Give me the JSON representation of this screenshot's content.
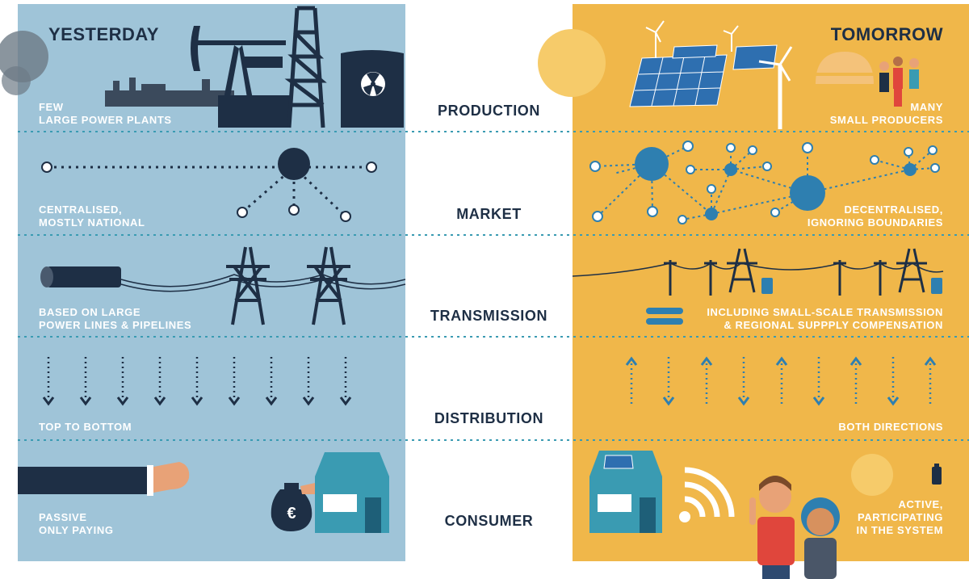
{
  "headings": {
    "left": "YESTERDAY",
    "right": "TOMORROW"
  },
  "categories": [
    "PRODUCTION",
    "MARKET",
    "TRANSMISSION",
    "DISTRIBUTION",
    "CONSUMER"
  ],
  "yesterday": [
    [
      "FEW",
      "LARGE POWER PLANTS"
    ],
    [
      "CENTRALISED,",
      "MOSTLY NATIONAL"
    ],
    [
      "BASED ON LARGE",
      "POWER LINES & PIPELINES"
    ],
    [
      "TOP TO BOTTOM"
    ],
    [
      "PASSIVE",
      "ONLY PAYING"
    ]
  ],
  "tomorrow": [
    [
      "MANY",
      "SMALL PRODUCERS"
    ],
    [
      "DECENTRALISED,",
      "IGNORING BOUNDARIES"
    ],
    [
      "INCLUDING SMALL-SCALE TRANSMISSION",
      "& REGIONAL SUPPPLY COMPENSATION"
    ],
    [
      "BOTH DIRECTIONS"
    ],
    [
      "ACTIVE,",
      "PARTICIPATING",
      "IN THE SYSTEM"
    ]
  ],
  "currency_symbol": "€",
  "colors": {
    "yesterday_bg": "#9fc4d8",
    "tomorrow_bg": "#f0b74a",
    "dark": "#1e2f45",
    "teal": "#3a9bb2",
    "accent_blue": "#2e7fb0"
  },
  "icons": {
    "production_left": [
      "factory-icon",
      "oil-pump-icon",
      "oil-derrick-icon",
      "nuclear-plant-icon",
      "smoke-cloud-icon"
    ],
    "production_right": [
      "sun-icon",
      "solar-panel-icon",
      "wind-turbine-icon",
      "biogas-dome-icon",
      "people-icon"
    ],
    "market": [
      "hub-node-icon",
      "network-icon"
    ],
    "transmission": [
      "pipeline-icon",
      "power-pylon-icon",
      "battery-icon"
    ],
    "distribution": [
      "arrow-down-icon",
      "arrow-up-icon"
    ],
    "consumer": [
      "hand-icon",
      "money-bag-icon",
      "house-icon",
      "wifi-signal-icon",
      "person-icon"
    ]
  }
}
